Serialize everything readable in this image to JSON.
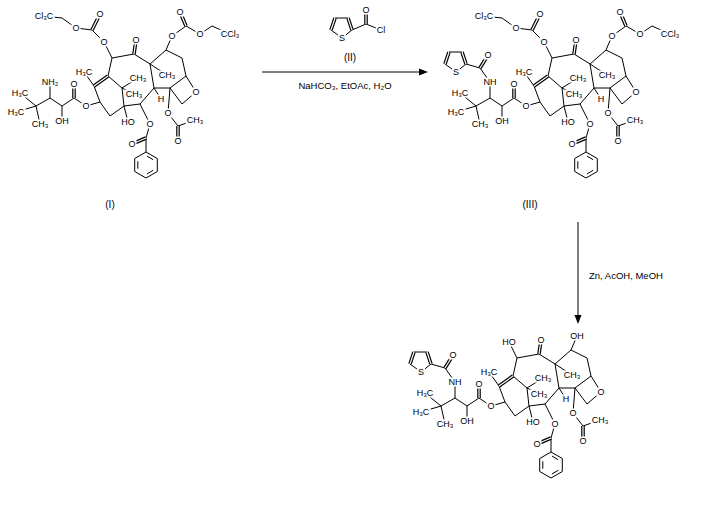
{
  "diagram": {
    "labels": [
      "H₃C",
      "CH₃",
      "CH₃",
      "CH₃",
      "O",
      "HO",
      "O",
      "O",
      "H",
      "O",
      "O",
      "O",
      "CH₃",
      "O",
      "O",
      "OH",
      "H₃C",
      "H₃C",
      "CH₃",
      "NH₂",
      "O",
      "O",
      "O",
      "Cl₃C",
      "O",
      "O",
      "O",
      "CCl₃",
      "(I)",
      "S",
      "O",
      "Cl",
      "(II)",
      "NaHCO₃, EtOAc, H₂O",
      "H₃C",
      "CH₃",
      "CH₃",
      "CH₃",
      "O",
      "HO",
      "O",
      "O",
      "H",
      "O",
      "O",
      "O",
      "CH₃",
      "O",
      "O",
      "OH",
      "H₃C",
      "H₃C",
      "CH₃",
      "NH",
      "O",
      "S",
      "O",
      "O",
      "O",
      "Cl₃C",
      "O",
      "O",
      "O",
      "CCl₃",
      "(III)",
      "Zn, AcOH, MeOH",
      "H₃C",
      "CH₃",
      "CH₃",
      "CH₃",
      "O",
      "HO",
      "O",
      "O",
      "H",
      "O",
      "O",
      "O",
      "CH₃",
      "O",
      "O",
      "OH",
      "H₃C",
      "H₃C",
      "CH₃",
      "NH",
      "O",
      "S",
      "HO",
      "OH"
    ]
  }
}
